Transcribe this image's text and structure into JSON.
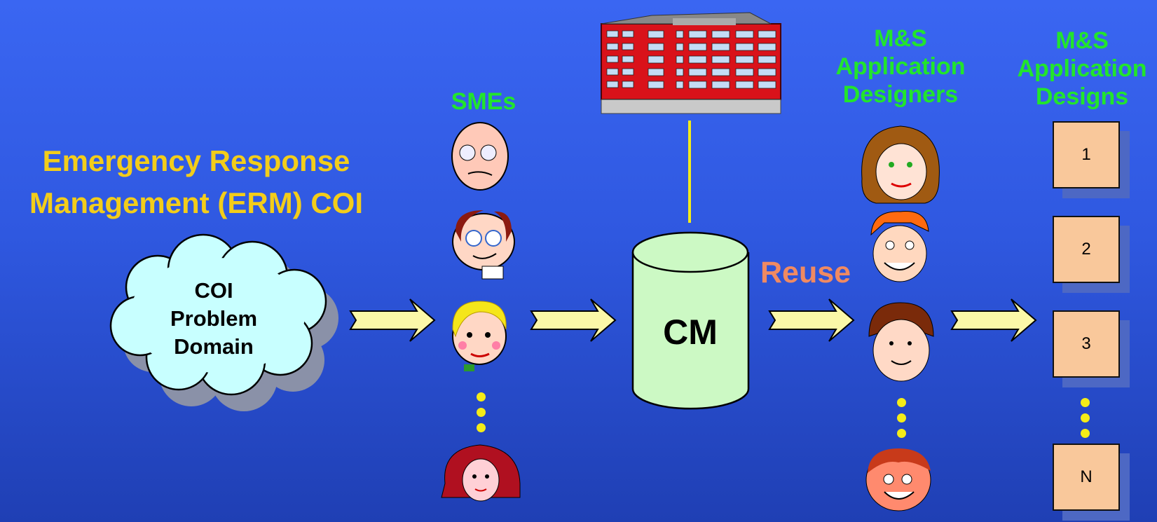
{
  "title": [
    "Emergency Response",
    "Management (ERM) COI"
  ],
  "cloud": [
    "COI",
    "Problem",
    "Domain"
  ],
  "smes_label": "SMEs",
  "cm_label": "CM",
  "reuse_label": "Reuse",
  "designers_label": [
    "M&S",
    "Application",
    "Designers"
  ],
  "designs_label": [
    "M&S",
    "Application",
    "Designs"
  ],
  "designs": [
    "1",
    "2",
    "3",
    "N"
  ],
  "colors": {
    "title": "#f3cd1a",
    "labels": "#22e52c",
    "reuse": "#f08a62",
    "arrow_fill": "#fbf8a8",
    "cylinder_fill": "#ccf9c4",
    "cloud_fill": "#c8ffff",
    "box_fill": "#f9c89b"
  }
}
